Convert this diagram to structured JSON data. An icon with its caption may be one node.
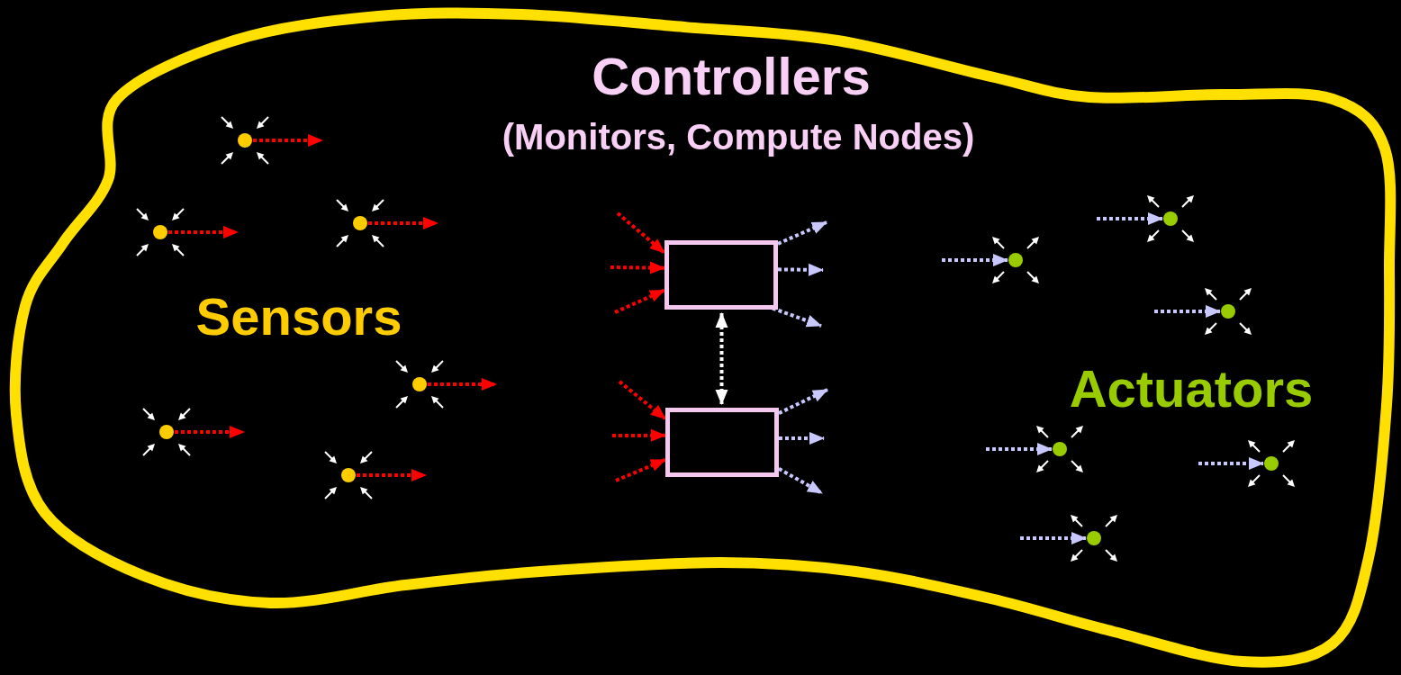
{
  "diagram": {
    "nodes": [
      {
        "text": [],
        "shape": "circle"
      },
      {
        "text": [],
        "shape": "circle"
      },
      {
        "text": [],
        "shape": "circle"
      },
      {
        "text": [],
        "shape": "circle"
      },
      {
        "text": [],
        "shape": "circle"
      },
      {
        "text": [],
        "shape": "circle"
      },
      {
        "text": [],
        "shape": "box"
      },
      {
        "text": [],
        "shape": "box"
      },
      {
        "text": [],
        "shape": "circle"
      },
      {
        "text": [],
        "shape": "circle"
      },
      {
        "text": [],
        "shape": "circle"
      },
      {
        "text": [],
        "shape": "circle"
      },
      {
        "text": [],
        "shape": "circle"
      },
      {
        "text": [],
        "shape": "circle"
      }
    ],
    "edges": [
      {
        "from": 0,
        "to": null,
        "arrow": "to",
        "style": "dashed",
        "color": "#ff0000"
      },
      {
        "from": 1,
        "to": null,
        "arrow": "to",
        "style": "dashed",
        "color": "#ff0000"
      },
      {
        "from": 2,
        "to": null,
        "arrow": "to",
        "style": "dashed",
        "color": "#ff0000"
      },
      {
        "from": 3,
        "to": null,
        "arrow": "to",
        "style": "dashed",
        "color": "#ff0000"
      },
      {
        "from": 4,
        "to": null,
        "arrow": "to",
        "style": "dashed",
        "color": "#ff0000"
      },
      {
        "from": 5,
        "to": null,
        "arrow": "to",
        "style": "dashed",
        "color": "#ff0000"
      },
      {
        "from": null,
        "to": 6,
        "arrow": "to",
        "style": "dashed",
        "color": "#ff0000"
      },
      {
        "from": null,
        "to": 6,
        "arrow": "to",
        "style": "dashed",
        "color": "#ff0000"
      },
      {
        "from": null,
        "to": 6,
        "arrow": "to",
        "style": "dashed",
        "color": "#ff0000"
      },
      {
        "from": 6,
        "to": null,
        "arrow": "to",
        "style": "dashed",
        "color": "#c8c8ff"
      },
      {
        "from": 6,
        "to": null,
        "arrow": "to",
        "style": "dashed",
        "color": "#c8c8ff"
      },
      {
        "from": 6,
        "to": null,
        "arrow": "to",
        "style": "dashed",
        "color": "#c8c8ff"
      },
      {
        "from": null,
        "to": 7,
        "arrow": "to",
        "style": "dashed",
        "color": "#ff0000"
      },
      {
        "from": null,
        "to": 7,
        "arrow": "to",
        "style": "dashed",
        "color": "#ff0000"
      },
      {
        "from": null,
        "to": 7,
        "arrow": "to",
        "style": "dashed",
        "color": "#ff0000"
      },
      {
        "from": 7,
        "to": null,
        "arrow": "to",
        "style": "dashed",
        "color": "#c8c8ff"
      },
      {
        "from": 7,
        "to": null,
        "arrow": "to",
        "style": "dashed",
        "color": "#c8c8ff"
      },
      {
        "from": 7,
        "to": null,
        "arrow": "to",
        "style": "dashed",
        "color": "#c8c8ff"
      },
      {
        "from": 6,
        "to": 7,
        "arrow": "both",
        "style": "dashed",
        "color": "#ffffff"
      },
      {
        "from": null,
        "to": 8,
        "arrow": "to",
        "style": "dashed",
        "color": "#c8c8ff"
      },
      {
        "from": null,
        "to": 9,
        "arrow": "to",
        "style": "dashed",
        "color": "#c8c8ff"
      },
      {
        "from": null,
        "to": 10,
        "arrow": "to",
        "style": "dashed",
        "color": "#c8c8ff"
      },
      {
        "from": null,
        "to": 11,
        "arrow": "to",
        "style": "dashed",
        "color": "#c8c8ff"
      },
      {
        "from": null,
        "to": 12,
        "arrow": "to",
        "style": "dashed",
        "color": "#c8c8ff"
      },
      {
        "from": null,
        "to": 13,
        "arrow": "to",
        "style": "dashed",
        "color": "#c8c8ff"
      }
    ],
    "labels": [
      "Controllers",
      "(Monitors, Compute Nodes)",
      "Sensors",
      "Actuators"
    ]
  }
}
